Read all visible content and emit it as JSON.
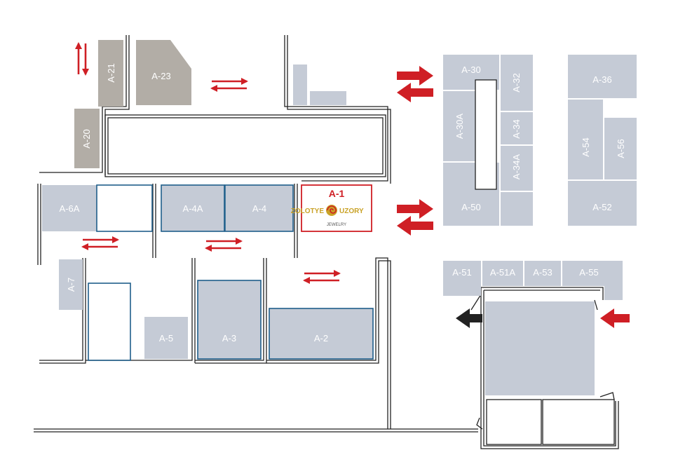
{
  "booths": {
    "a21": "A-21",
    "a23": "A-23",
    "a20": "A-20",
    "a6a": "A-6A",
    "a4a": "A-4A",
    "a4": "A-4",
    "a1": "A-1",
    "a7": "A-7",
    "a5": "A-5",
    "a3": "A-3",
    "a2": "A-2",
    "a30": "A-30",
    "a32": "A-32",
    "a30a": "A-30A",
    "a34": "A-34",
    "a34a": "A-34A",
    "a50": "A-50",
    "a36": "A-36",
    "a54": "A-54",
    "a56": "A-56",
    "a52": "A-52",
    "a51": "A-51",
    "a51a": "A-51A",
    "a53": "A-53",
    "a55": "A-55"
  },
  "exhibitor": {
    "brand_left": "ZOLOTYE",
    "brand_right": "UZORY",
    "tagline": "JEWELRY"
  },
  "colors": {
    "booth_gray": "#b2ada6",
    "booth_blue": "#c5cbd6",
    "outline_blue": "#1f5e8a",
    "arrow_red": "#cf1f25",
    "a1_red": "#cf1f25",
    "logo_gold": "#c9a227"
  }
}
